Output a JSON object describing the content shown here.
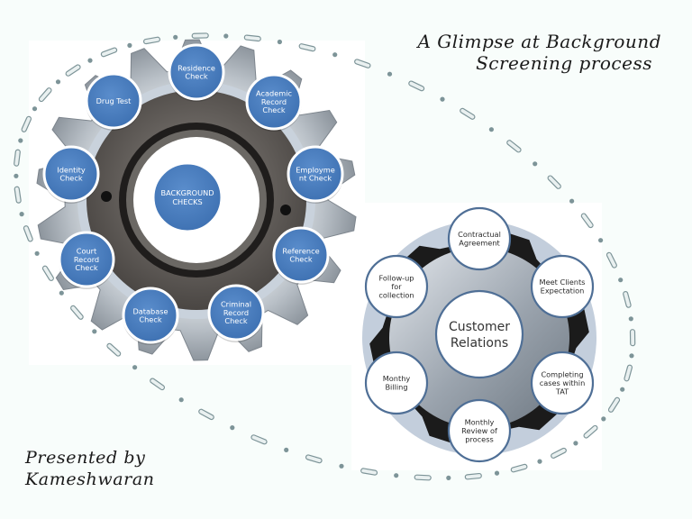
{
  "title": {
    "line1": "A Glimpse at Background",
    "line2": "Screening process"
  },
  "presenter": {
    "line1": "Presented by",
    "line2": "Kameshwaran"
  },
  "colors": {
    "blue_node": "#4a7ebf",
    "node_border": "#ffffff",
    "right_node_border": "#4f6f96",
    "loop_color": "#7d9498"
  },
  "background_checks": {
    "center": [
      "BACKGROUND",
      "CHECKS"
    ],
    "items": [
      {
        "id": "residence",
        "lines": [
          "Residence",
          "Check"
        ]
      },
      {
        "id": "academic",
        "lines": [
          "Academic",
          "Record",
          "Check"
        ]
      },
      {
        "id": "employment",
        "lines": [
          "Employme",
          "nt Check"
        ]
      },
      {
        "id": "reference",
        "lines": [
          "Reference",
          "Check"
        ]
      },
      {
        "id": "criminal",
        "lines": [
          "Criminal",
          "Record",
          "Check"
        ]
      },
      {
        "id": "database",
        "lines": [
          "Database",
          "Check"
        ]
      },
      {
        "id": "court",
        "lines": [
          "Court",
          "Record",
          "Check"
        ]
      },
      {
        "id": "identity",
        "lines": [
          "Identity",
          "Check"
        ]
      },
      {
        "id": "drug",
        "lines": [
          "Drug Test"
        ]
      }
    ]
  },
  "customer_relations": {
    "center": [
      "Customer",
      "Relations"
    ],
    "items": [
      {
        "id": "contractual",
        "lines": [
          "Contractual",
          "Agreement"
        ]
      },
      {
        "id": "meet-clients",
        "lines": [
          "Meet Clients",
          "Expectation"
        ]
      },
      {
        "id": "completing",
        "lines": [
          "Completing",
          "cases within",
          "TAT"
        ]
      },
      {
        "id": "monthly-review",
        "lines": [
          "Monthly",
          "Review of",
          "process"
        ]
      },
      {
        "id": "monthly-billing",
        "lines": [
          "Monthy",
          "Billing"
        ]
      },
      {
        "id": "follow-up",
        "lines": [
          "Follow-up",
          "for",
          "collection"
        ]
      }
    ]
  }
}
